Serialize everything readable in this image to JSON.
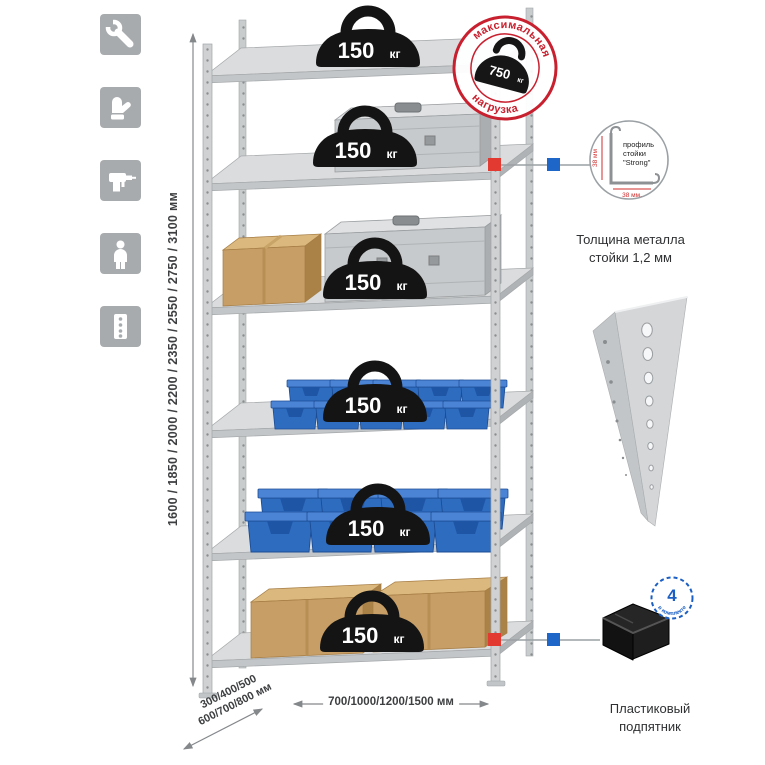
{
  "page": {
    "background": "#ffffff"
  },
  "colors": {
    "accent_red": "#c8202e",
    "accent_blue": "#1e66c8",
    "bin_blue": "#2e6cc0",
    "metal_gray": "#d4d6d8",
    "icon_tile_gray": "#a8abae"
  },
  "left_icons": {
    "items": [
      {
        "name": "wrench-icon"
      },
      {
        "name": "glove-icon"
      },
      {
        "name": "drill-icon"
      },
      {
        "name": "person-icon"
      },
      {
        "name": "rack-icon"
      }
    ]
  },
  "rack": {
    "shelf_count": 6,
    "load_value": "150",
    "load_unit": "кг"
  },
  "stamp": {
    "arc_top": "максимальная",
    "arc_bottom": "нагрузка",
    "value": "750",
    "unit": "кг"
  },
  "dimensions": {
    "height": "1600 / 1850 / 2000 / 2200 / 2350 / 2550 / 2750 / 3100 мм",
    "depth_line1": "300/400/500",
    "depth_line2": "600/700/800 мм",
    "width": "700/1000/1200/1500 мм"
  },
  "details": {
    "profile": {
      "line1": "профиль",
      "line2": "стойки",
      "line3": "\"Strong\"",
      "dim_vertical": "38 мм",
      "dim_horizontal": "38 мм.",
      "caption1": "Толщина металла",
      "caption2": "стойки 1,2 мм"
    },
    "foot": {
      "badge_value": "4",
      "badge_text": "в комплекте",
      "caption1": "Пластиковый",
      "caption2": "подпятник"
    }
  }
}
